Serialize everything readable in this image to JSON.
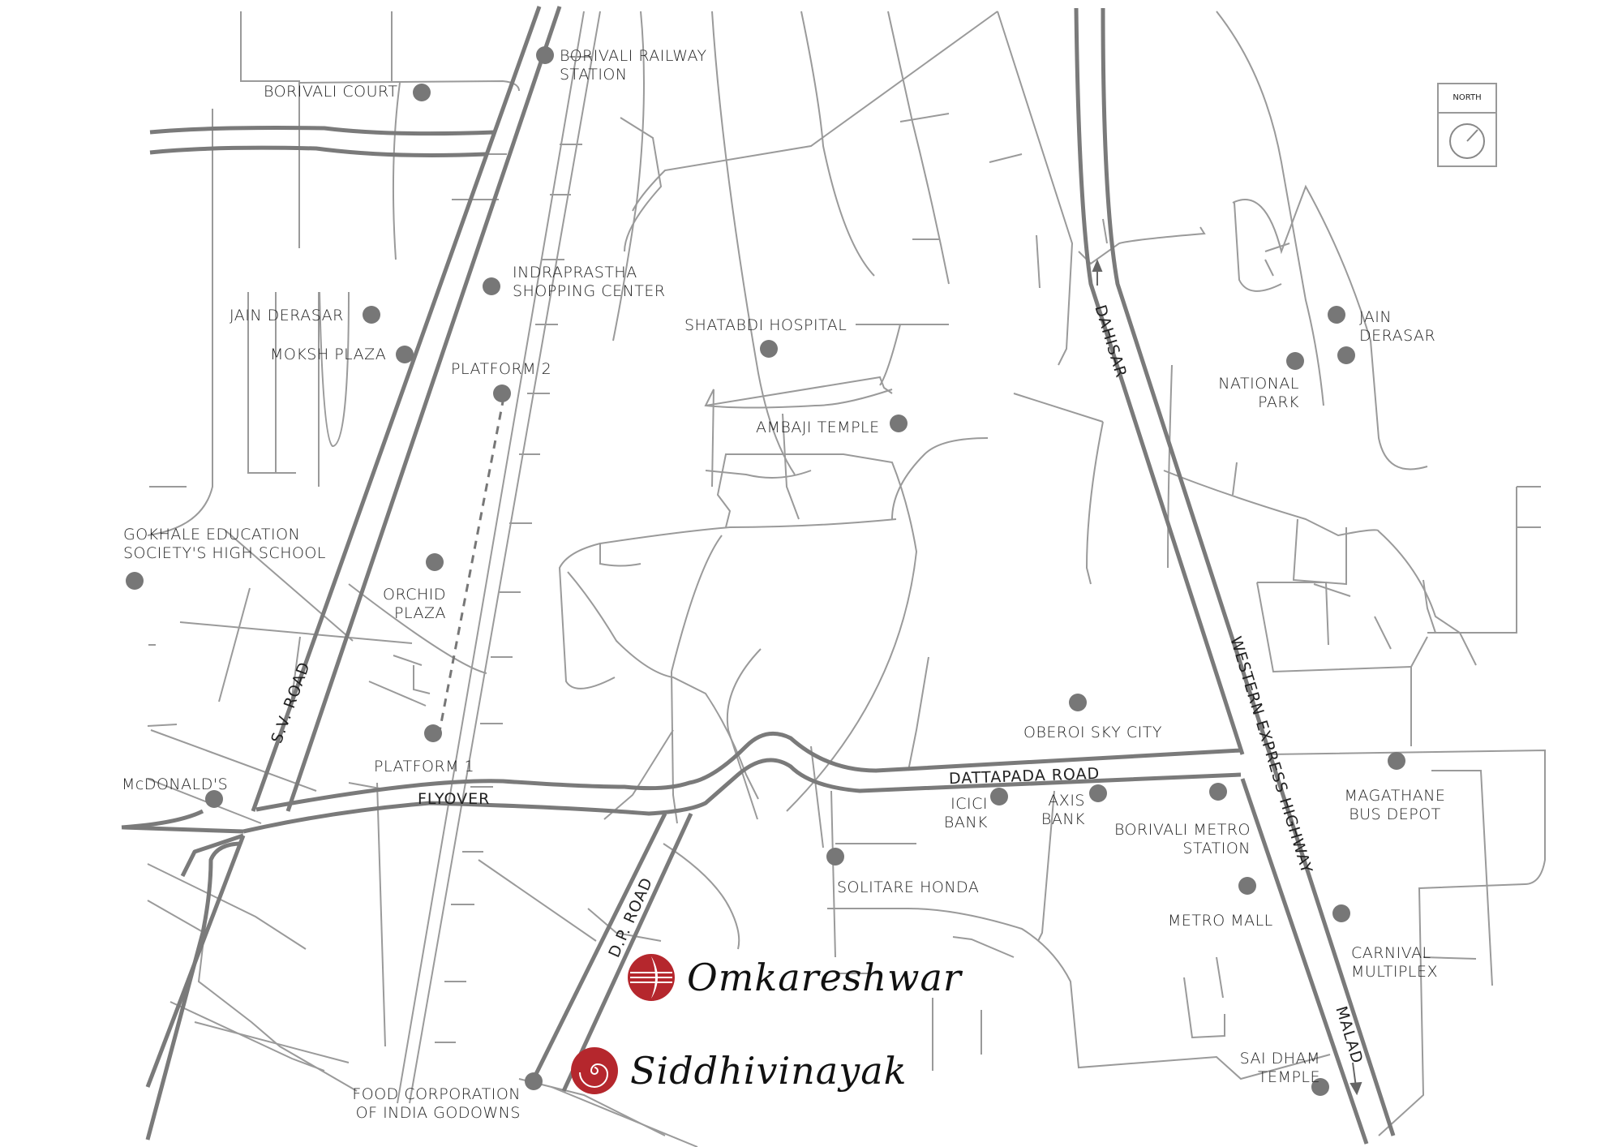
{
  "north_indicator": {
    "label": "NORTH"
  },
  "roads": {
    "sv_road": "S.V. ROAD",
    "flyover": "FLYOVER",
    "dp_road": "D.P. ROAD",
    "dattapada_road": "DATTAPADA ROAD",
    "western_express_highway": "WESTERN EXPRESS HIGHWAY",
    "dahisar": "DAHISAR",
    "malad": "MALAD"
  },
  "landmarks": [
    {
      "id": "borivali-railway-station",
      "lines": [
        "BORIVALI RAILWAY",
        "STATION"
      ]
    },
    {
      "id": "borivali-court",
      "lines": [
        "BORIVALI COURT"
      ]
    },
    {
      "id": "indraprastha-shopping-center",
      "lines": [
        "INDRAPRASTHA",
        "SHOPPING CENTER"
      ]
    },
    {
      "id": "jain-derasar-west",
      "lines": [
        "JAIN DERASAR"
      ]
    },
    {
      "id": "moksh-plaza",
      "lines": [
        "MOKSH PLAZA"
      ]
    },
    {
      "id": "platform-2",
      "lines": [
        "PLATFORM 2"
      ]
    },
    {
      "id": "shatabdi-hospital",
      "lines": [
        "SHATABDI HOSPITAL"
      ]
    },
    {
      "id": "ambaji-temple",
      "lines": [
        "AMBAJI TEMPLE"
      ]
    },
    {
      "id": "jain-derasar-east",
      "lines": [
        "JAIN",
        "DERASAR"
      ]
    },
    {
      "id": "national-park",
      "lines": [
        "NATIONAL",
        "PARK"
      ]
    },
    {
      "id": "gokhale-education-society",
      "lines": [
        "GOKHALE EDUCATION",
        "SOCIETY'S HIGH SCHOOL"
      ]
    },
    {
      "id": "orchid-plaza",
      "lines": [
        "ORCHID",
        "PLAZA"
      ]
    },
    {
      "id": "platform-1",
      "lines": [
        "PLATFORM 1"
      ]
    },
    {
      "id": "mcdonalds",
      "lines": [
        "McDONALD'S"
      ]
    },
    {
      "id": "oberoi-sky-city",
      "lines": [
        "OBEROI SKY CITY"
      ]
    },
    {
      "id": "icici-bank",
      "lines": [
        "ICICI",
        "BANK"
      ]
    },
    {
      "id": "axis-bank",
      "lines": [
        "AXIS",
        "BANK"
      ]
    },
    {
      "id": "borivali-metro-station",
      "lines": [
        "BORIVALI METRO",
        "STATION"
      ]
    },
    {
      "id": "magathane-bus-depot",
      "lines": [
        "MAGATHANE",
        "BUS DEPOT"
      ]
    },
    {
      "id": "solitare-honda",
      "lines": [
        "SOLITARE HONDA"
      ]
    },
    {
      "id": "metro-mall",
      "lines": [
        "METRO MALL"
      ]
    },
    {
      "id": "carnival-multiplex",
      "lines": [
        "CARNIVAL",
        "MULTIPLEX"
      ]
    },
    {
      "id": "sai-dham-temple",
      "lines": [
        "SAI DHAM",
        "TEMPLE"
      ]
    },
    {
      "id": "food-corporation-godowns",
      "lines": [
        "FOOD CORPORATION",
        "OF INDIA GODOWNS"
      ]
    }
  ],
  "projects": [
    {
      "name": "Omkareshwar",
      "icon": "omkareshwar-logo-icon"
    },
    {
      "name": "Siddhivinayak",
      "icon": "siddhivinayak-logo-icon"
    }
  ],
  "colors": {
    "road": "#7a7a7a",
    "street": "#999999",
    "poi": "#777777",
    "brand_red": "#b5272d",
    "text": "#222222"
  }
}
